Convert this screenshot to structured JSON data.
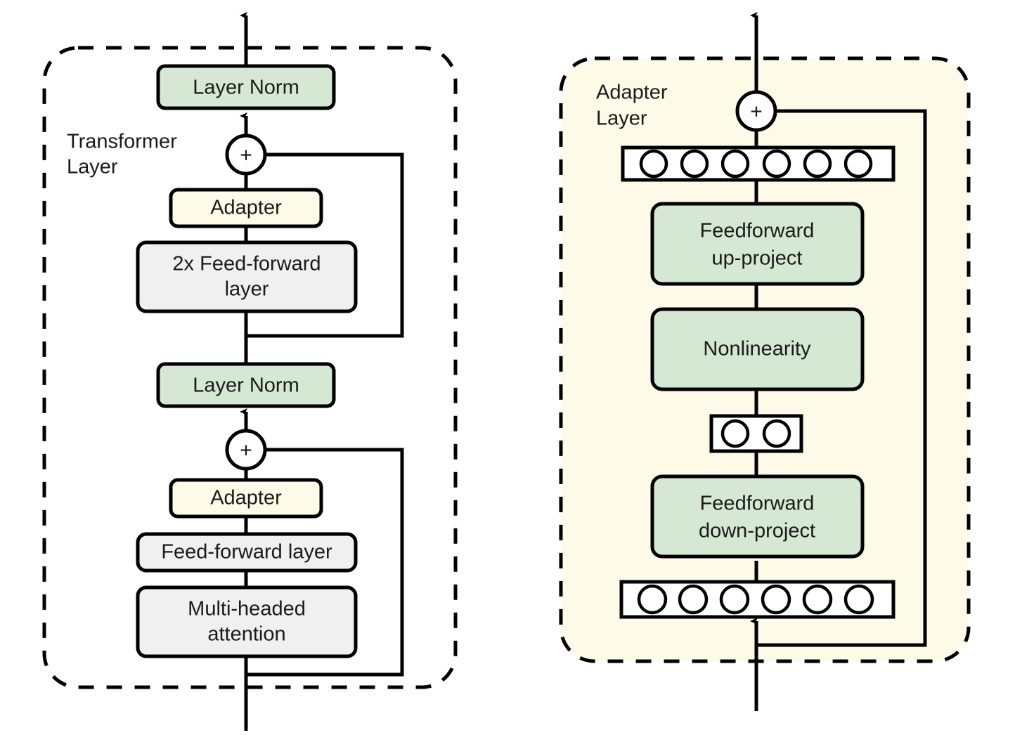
{
  "figure": {
    "type": "diagram",
    "title": "Adapter module integrated into a Transformer layer",
    "background": "#ffffff"
  },
  "colors": {
    "green_fill": "#d5e8d4",
    "cream_fill": "#fdfbe8",
    "gray_fill": "#f0f0f0",
    "white_fill": "#ffffff",
    "stroke": "#000000",
    "text": "#1a1a1a",
    "panel_right_bg": "#fdfbe8"
  },
  "left_panel": {
    "name": "transformer-layer-panel",
    "title": "Transformer\nLayer",
    "title_line1": "Transformer",
    "title_line2": "Layer",
    "border_style": "dashed",
    "background": "#ffffff",
    "blocks": [
      {
        "id": "layer-norm-top",
        "label": "Layer Norm",
        "fill": "green",
        "lines": [
          "Layer Norm"
        ]
      },
      {
        "id": "add-top",
        "label": "+",
        "fill": "white",
        "shape": "circle"
      },
      {
        "id": "adapter-top",
        "label": "Adapter",
        "fill": "cream",
        "lines": [
          "Adapter"
        ]
      },
      {
        "id": "feed-forward-2x",
        "label": "2x Feed-forward layer",
        "fill": "gray",
        "lines": [
          "2x Feed-forward",
          "layer"
        ]
      },
      {
        "id": "layer-norm-bottom",
        "label": "Layer Norm",
        "fill": "green",
        "lines": [
          "Layer Norm"
        ]
      },
      {
        "id": "add-bottom",
        "label": "+",
        "fill": "white",
        "shape": "circle"
      },
      {
        "id": "adapter-bottom",
        "label": "Adapter",
        "fill": "cream",
        "lines": [
          "Adapter"
        ]
      },
      {
        "id": "feed-forward-layer",
        "label": "Feed-forward layer",
        "fill": "gray",
        "lines": [
          "Feed-forward layer"
        ]
      },
      {
        "id": "multi-headed-attention",
        "label": "Multi-headed attention",
        "fill": "gray",
        "lines": [
          "Multi-headed",
          "attention"
        ]
      }
    ],
    "residual_connections": 2,
    "input_arrow": "bottom-up",
    "output_arrow": "top-up"
  },
  "right_panel": {
    "name": "adapter-layer-panel",
    "title": "Adapter\nLayer",
    "title_line1": "Adapter",
    "title_line2": "Layer",
    "border_style": "dashed",
    "background": "#fdfbe8",
    "blocks": [
      {
        "id": "add-adapter",
        "label": "+",
        "fill": "white",
        "shape": "circle"
      },
      {
        "id": "neurons-output",
        "label": "",
        "fill": "white",
        "shape": "neuron-row",
        "count": 6
      },
      {
        "id": "feedforward-up-project",
        "label": "Feedforward up-project",
        "fill": "green",
        "lines": [
          "Feedforward",
          "up-project"
        ]
      },
      {
        "id": "nonlinearity",
        "label": "Nonlinearity",
        "fill": "green",
        "lines": [
          "Nonlinearity"
        ]
      },
      {
        "id": "neurons-bottleneck",
        "label": "",
        "fill": "white",
        "shape": "neuron-row",
        "count": 2
      },
      {
        "id": "feedforward-down-project",
        "label": "Feedforward down-project",
        "fill": "green",
        "lines": [
          "Feedforward",
          "down-project"
        ]
      },
      {
        "id": "neurons-input",
        "label": "",
        "fill": "white",
        "shape": "neuron-row",
        "count": 6
      }
    ],
    "residual_connections": 1,
    "input_arrow": "bottom-up",
    "output_arrow": "top-up"
  },
  "labels": {
    "layer_norm": "Layer Norm",
    "adapter": "Adapter",
    "feed_forward_2x_l1": "2x Feed-forward",
    "feed_forward_2x_l2": "layer",
    "feed_forward_layer": "Feed-forward layer",
    "multi_headed_l1": "Multi-headed",
    "multi_headed_l2": "attention",
    "transformer_layer_l1": "Transformer",
    "transformer_layer_l2": "Layer",
    "adapter_layer_l1": "Adapter",
    "adapter_layer_l2": "Layer",
    "feedforward_up_l1": "Feedforward",
    "feedforward_up_l2": "up-project",
    "nonlinearity": "Nonlinearity",
    "feedforward_down_l1": "Feedforward",
    "feedforward_down_l2": "down-project",
    "plus": "+"
  }
}
